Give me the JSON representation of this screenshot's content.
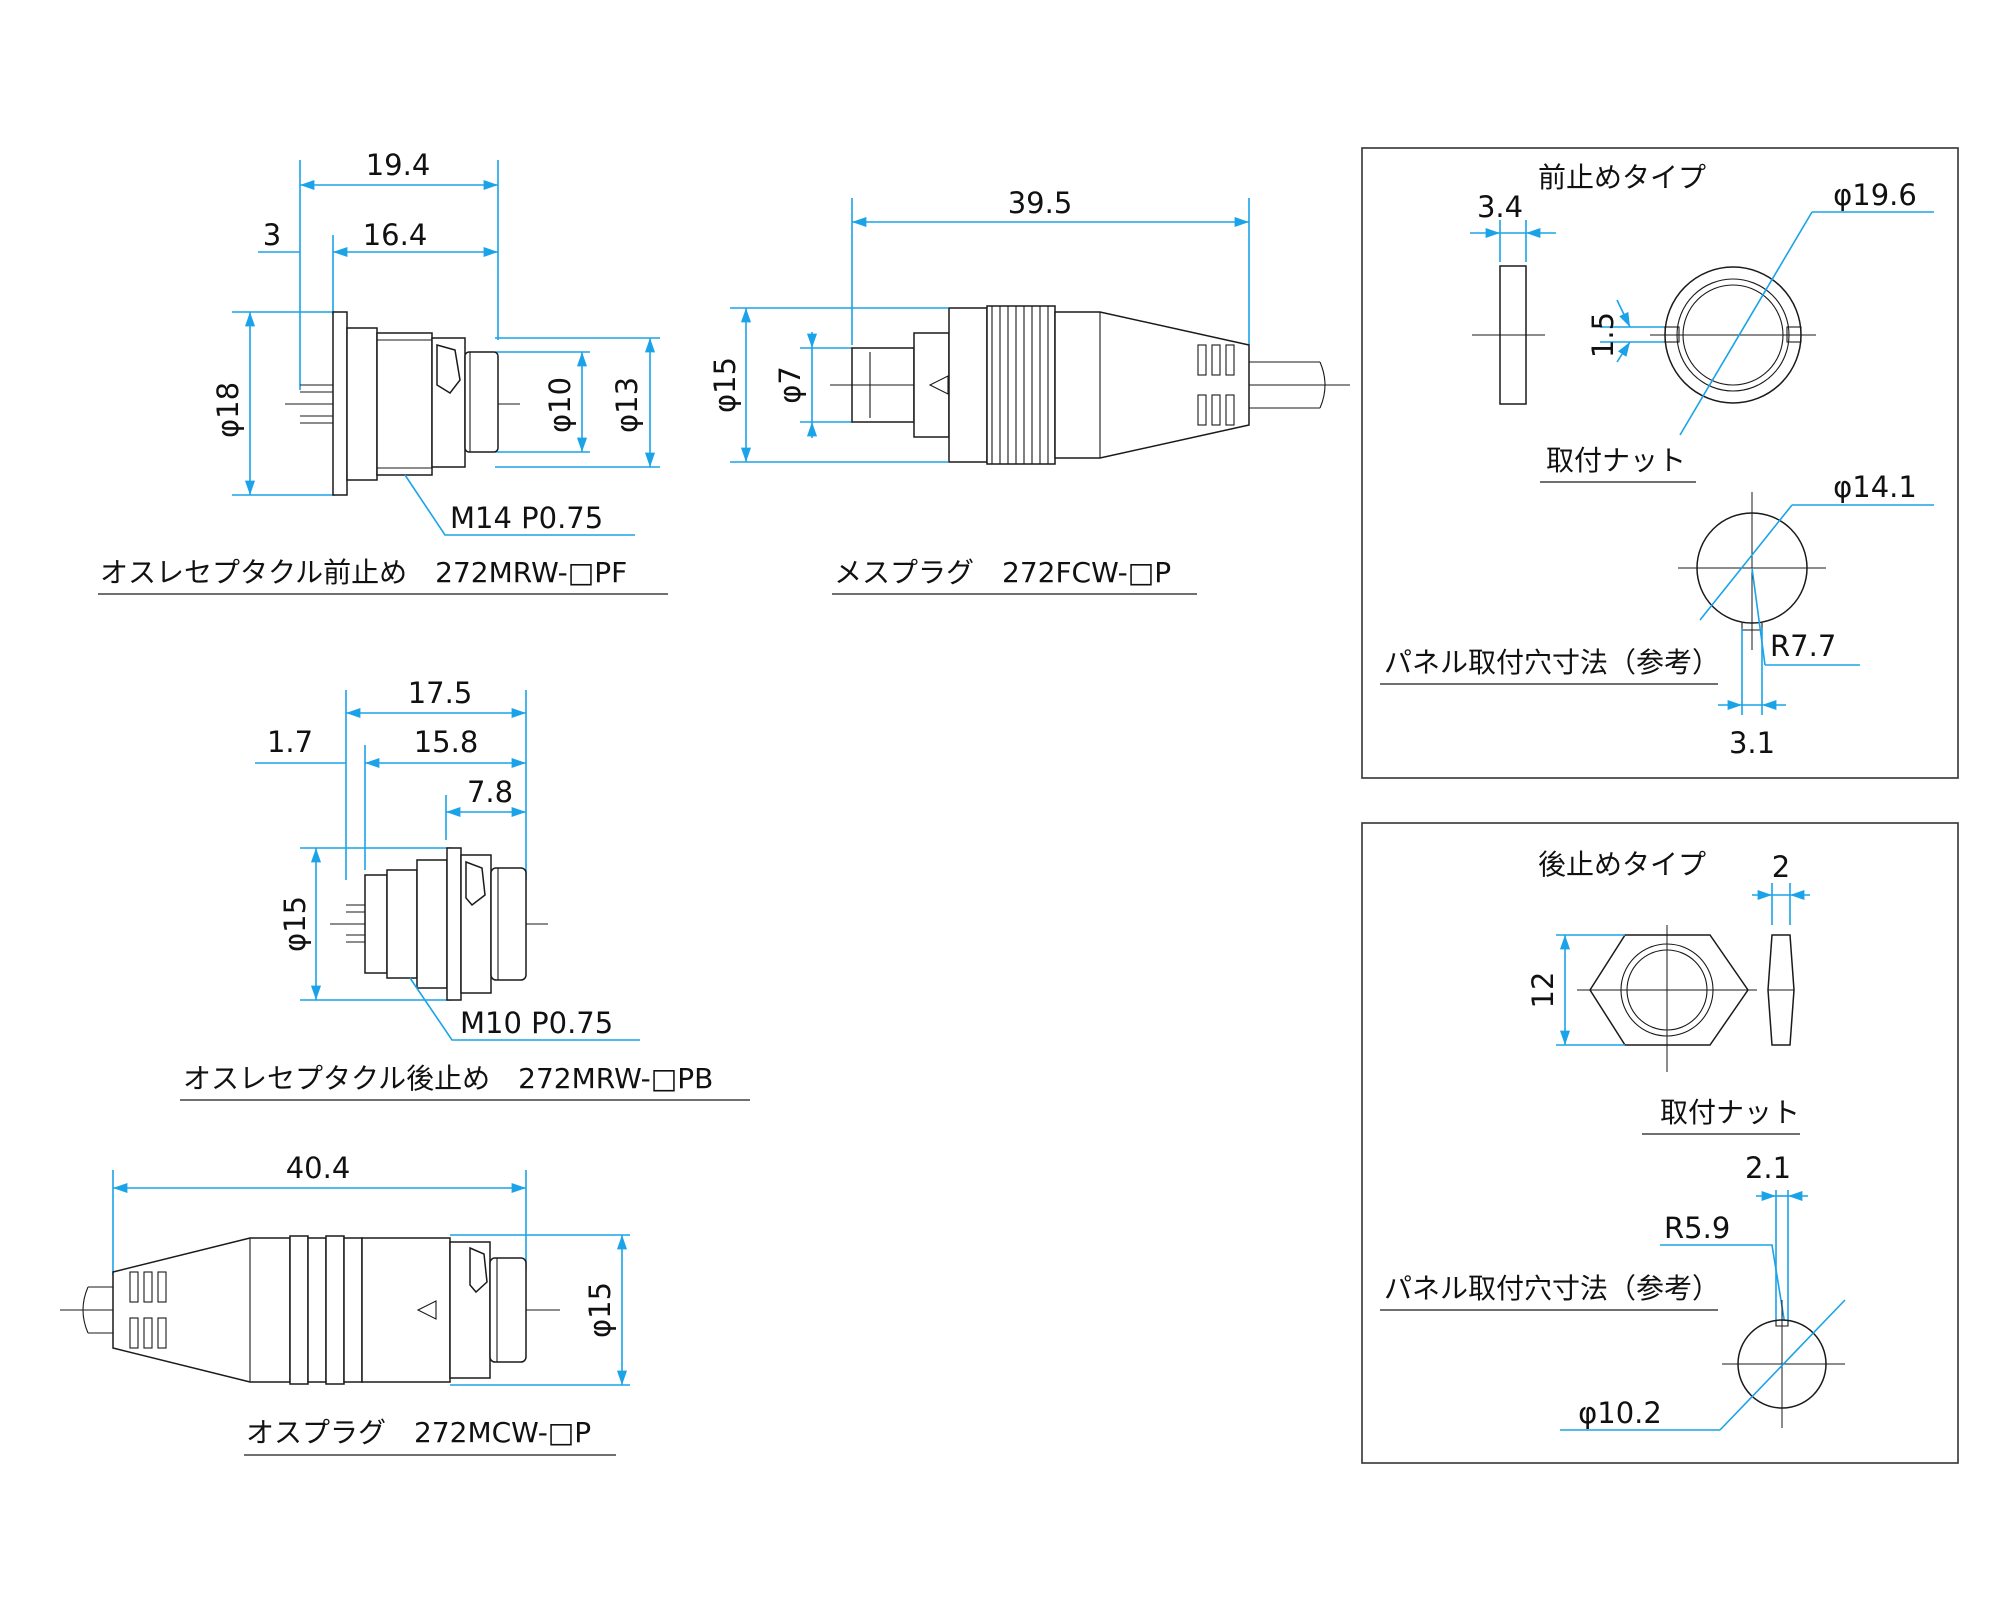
{
  "drawings": {
    "front_receptacle": {
      "caption": "オスレセプタクル前止め　272MRW-□PF",
      "dims": {
        "overall_length": "19.4",
        "flange_offset": "3",
        "body_length": "16.4",
        "flange_dia": "φ18",
        "inner_dia": "φ10",
        "outer_dia": "φ13",
        "thread": "M14 P0.75"
      }
    },
    "female_plug": {
      "caption": "メスプラグ　272FCW-□P",
      "dims": {
        "overall_length": "39.5",
        "body_dia": "φ15",
        "pin_dia": "φ7"
      }
    },
    "rear_receptacle": {
      "caption": "オスレセプタクル後止め　272MRW-□PB",
      "dims": {
        "overall_length": "17.5",
        "flange_offset": "1.7",
        "body_length": "15.8",
        "front_length": "7.8",
        "body_dia": "φ15",
        "thread": "M10 P0.75"
      }
    },
    "male_plug": {
      "caption": "オスプラグ　272MCW-□P",
      "dims": {
        "overall_length": "40.4",
        "body_dia": "φ15"
      }
    },
    "front_lock_box": {
      "title": "前止めタイプ",
      "nut_label": "取付ナット",
      "nut_thickness": "3.4",
      "nut_dia": "φ19.6",
      "key_width": "1.5",
      "hole_label": "パネル取付穴寸法（参考）",
      "hole_dia": "φ14.1",
      "hole_radius": "R7.7",
      "hole_key": "3.1"
    },
    "rear_lock_box": {
      "title": "後止めタイプ",
      "nut_thickness": "2",
      "nut_width": "12",
      "nut_label": "取付ナット",
      "hole_key": "2.1",
      "hole_radius": "R5.9",
      "hole_label": "パネル取付穴寸法（参考）",
      "hole_dia": "φ10.2"
    }
  }
}
